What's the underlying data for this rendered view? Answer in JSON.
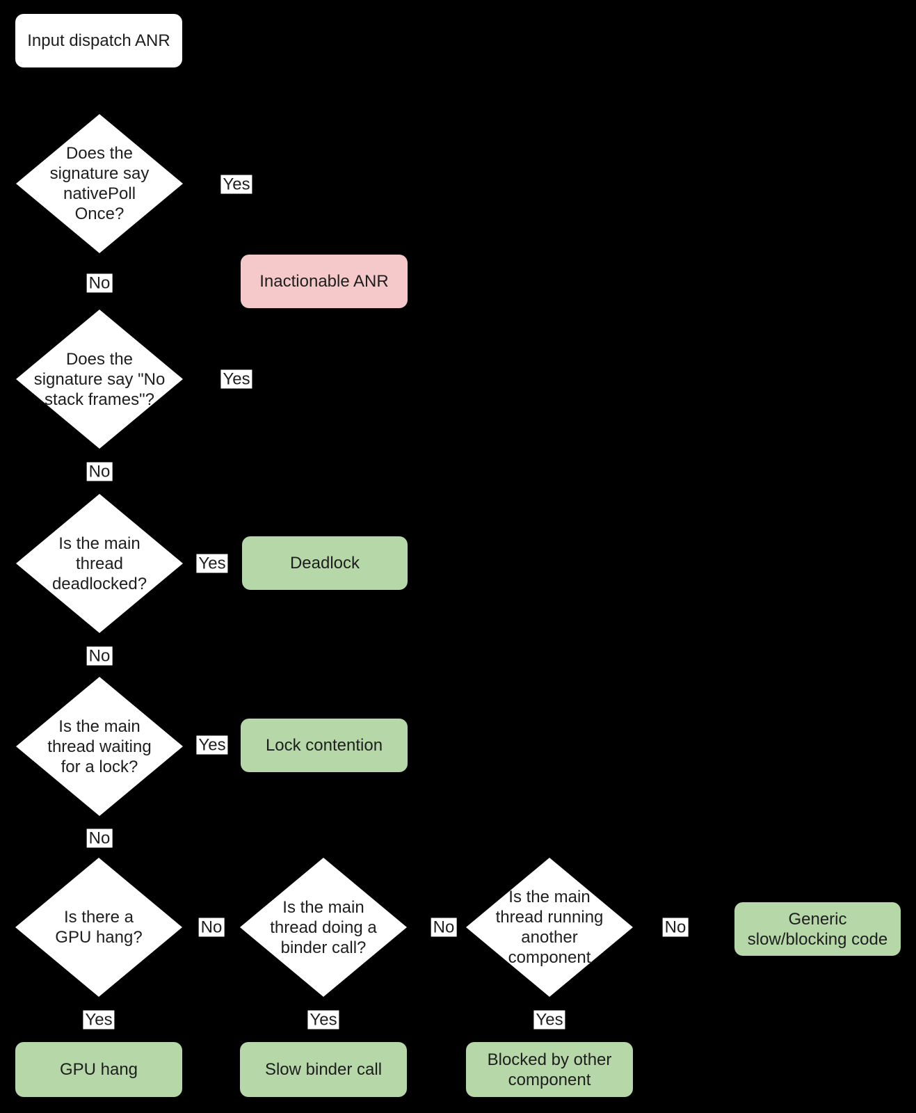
{
  "palette": {
    "background": "#000000",
    "node_fill": "#ffffff",
    "terminal_pink": "#f5c9c9",
    "terminal_green": "#b6d7a8",
    "text": "#1e1e1e"
  },
  "labels": {
    "yes": "Yes",
    "no": "No"
  },
  "nodes": {
    "start": "Input dispatch ANR",
    "q_native_poll": "Does the\nsignature say\nnativePoll\nOnce?",
    "q_no_stack_frames": "Does the\nsignature say \"No\nstack frames\"?",
    "q_deadlocked": "Is the main\nthread\ndeadlocked?",
    "q_waiting_lock": "Is the main\nthread waiting\nfor a lock?",
    "q_gpu_hang": "Is there a\nGPU hang?",
    "q_binder_call": "Is the main\nthread doing a\nbinder call?",
    "q_other_component": "Is the main\nthread running\nanother\ncomponent",
    "o_inactionable": "Inactionable ANR",
    "o_deadlock": "Deadlock",
    "o_lock_contention": "Lock contention",
    "o_generic": "Generic\nslow/blocking code",
    "o_gpu_hang": "GPU hang",
    "o_slow_binder": "Slow binder call",
    "o_blocked_other": "Blocked by other\ncomponent"
  }
}
